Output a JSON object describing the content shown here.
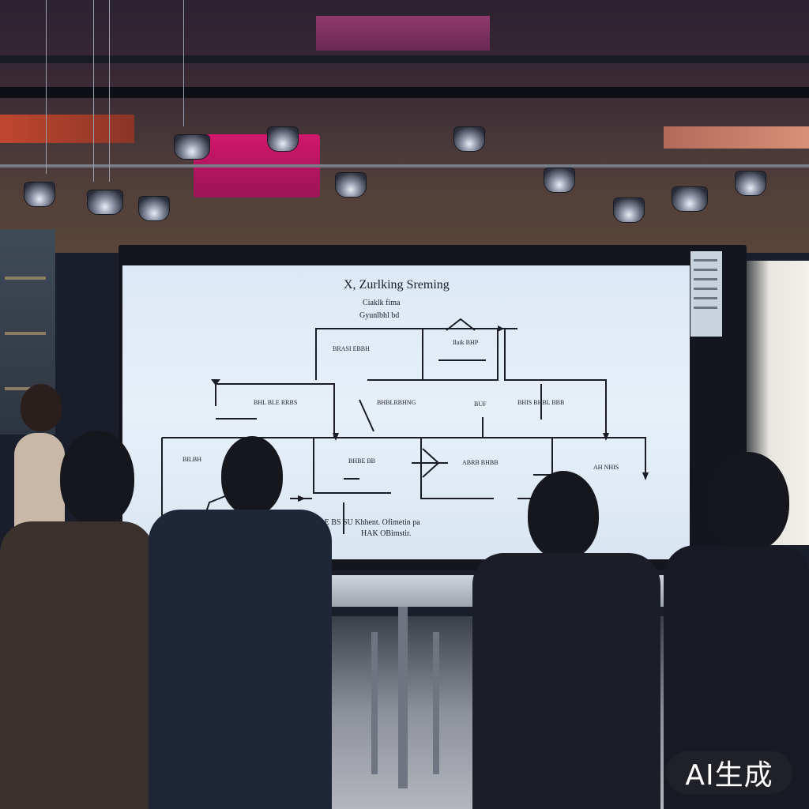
{
  "screen": {
    "title": "X, Zurlking Sreming",
    "subtitle_1": "Ciaklk fima",
    "subtitle_2": "Gyunlbhl bd",
    "labels": [
      "BRASI EBBH",
      "Ilaik BHP",
      "BHL BLE RRBS",
      "BHBLRBHNG",
      "BUF",
      "BHIS BHBL BBB",
      "BILBH",
      "BHBE BB",
      "ABRB BHBB",
      "AH NHIS"
    ],
    "footer_1": "HABIA E BS SU Khhent. Ofimetin pa",
    "footer_2": "HAK OBimstir."
  },
  "watermark": {
    "text": "AI生成"
  },
  "colors": {
    "screen_bg": "#e1ecf7",
    "duct_pink": "#d2176d",
    "ink": "#1a1d24"
  }
}
